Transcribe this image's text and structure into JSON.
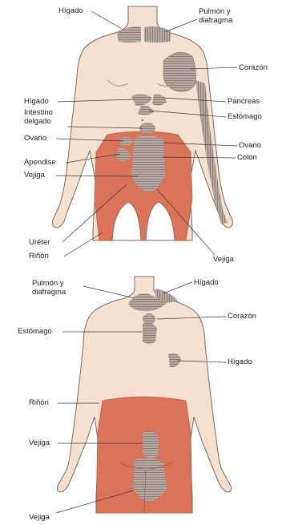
{
  "colors": {
    "skin": "#f6e0cf",
    "outline": "#7d6a60",
    "pain_zone": "#d9745a",
    "referred_zone": "#b8aaa2",
    "hatch": "#8a7d76",
    "leader": "#3a3a3a"
  },
  "front_view": {
    "labels": {
      "higado_top": "Hígado",
      "pulmon_diafragma": "Pulmón y\ndiafragma",
      "corazon": "Corazón",
      "higado_mid": "Hígado",
      "pancreas": "Páncreas",
      "intestino_delgado": "Intestino\ndelgado",
      "estomago": "Estómago",
      "ovario_left": "Ovario",
      "ovario_right": "Ovario",
      "apendise": "Apendise",
      "colon": "Colon",
      "vejiga_left": "Vejiga",
      "ureter": "Uréter",
      "rinon": "Riñón",
      "vejiga_bottom": "Vejiga"
    }
  },
  "back_view": {
    "labels": {
      "pulmon_diafragma": "Pulmón y\ndiafragma",
      "higado_top": "Hígado",
      "corazon": "Corazón",
      "estomago": "Estómago",
      "higado_right": "Hígado",
      "rinon": "Riñón",
      "vejiga_mid": "Vejiga",
      "vejiga_bottom": "Vejiga"
    }
  }
}
